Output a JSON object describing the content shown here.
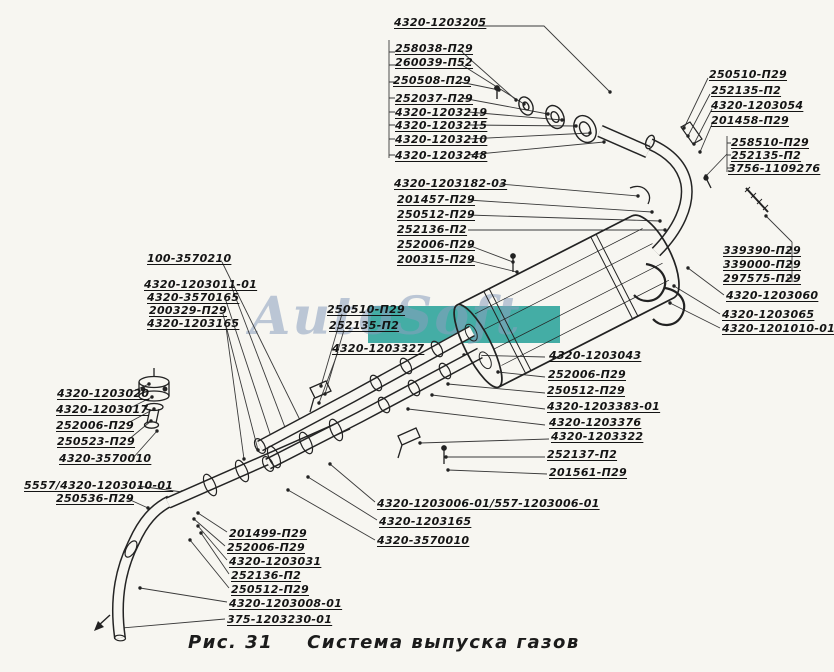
{
  "figure": {
    "number": "Рис. 31",
    "title": "Система выпуска газов",
    "watermark": "AutoSoft"
  },
  "colors": {
    "watermark_teal": "#2ba39a",
    "line_ink": "#222222",
    "paper": "#f7f6f1"
  },
  "labels": [
    "4320-1203205",
    "258038-П29",
    "260039-П52",
    "250508-П29",
    "252037-П29",
    "4320-1203219",
    "4320-1203215",
    "4320-1203210",
    "4320-1203248",
    "250510-П29",
    "252135-П2",
    "4320-1203054",
    "201458-П29",
    "258510-П29",
    "252135-П2",
    "3756-1109276",
    "4320-1203182-03",
    "201457-П29",
    "250512-П29",
    "252136-П2",
    "252006-П29",
    "200315-П29",
    "339390-П29",
    "339000-П29",
    "297575-П29",
    "4320-1203060",
    "4320-1203065",
    "4320-1201010-01",
    "100-3570210",
    "4320-1203011-01",
    "4320-3570165",
    "200329-П29",
    "4320-1203165",
    "250510-П29",
    "252135-П2",
    "4320-1203327",
    "4320-1203043",
    "252006-П29",
    "250512-П29",
    "4320-1203383-01",
    "4320-1203376",
    "4320-1203322",
    "252137-П2",
    "201561-П29",
    "4320-1203020",
    "4320-1203017",
    "252006-П29",
    "250523-П29",
    "4320-3570010",
    "5557/4320-1203010-01",
    "250536-П29",
    "4320-1203006-01/557-1203006-01",
    "4320-1203165",
    "4320-3570010",
    "201499-П29",
    "252006-П29",
    "4320-1203031",
    "252136-П2",
    "250512-П29",
    "4320-1203008-01",
    "375-1203230-01"
  ]
}
